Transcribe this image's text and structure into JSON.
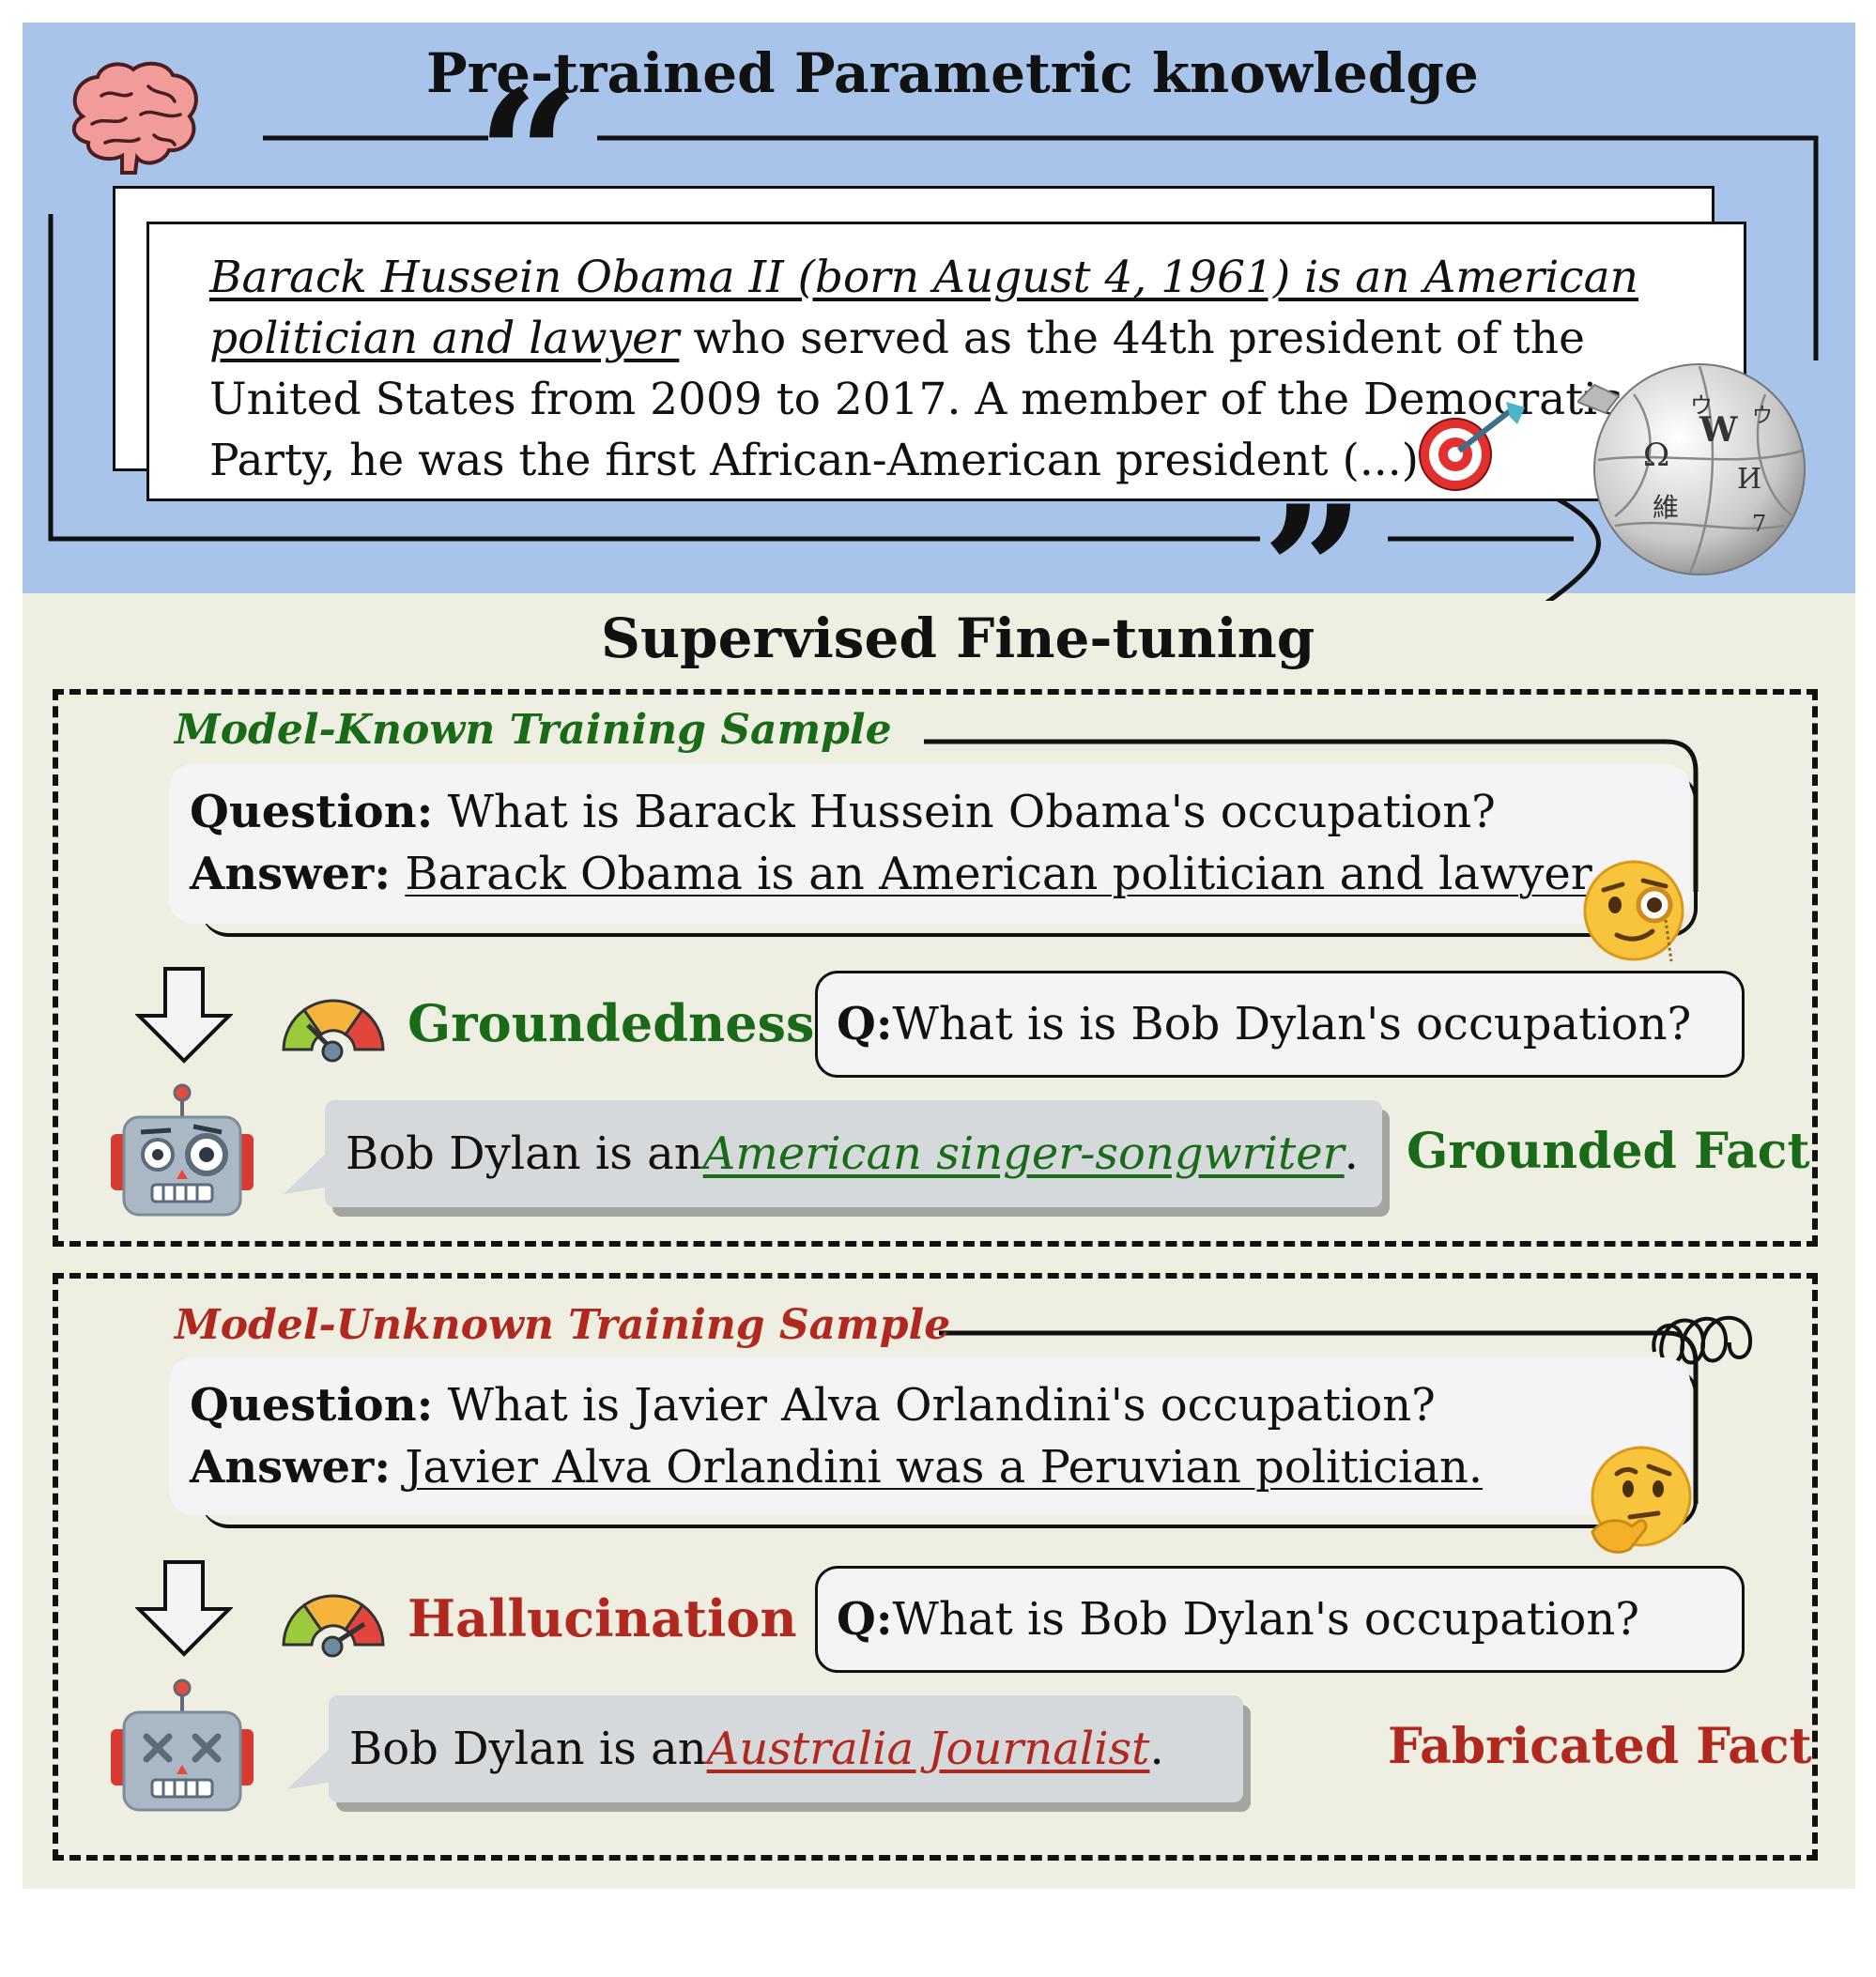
{
  "colors": {
    "top_panel": "#a9c4ea",
    "bottom_panel": "#efeee2",
    "known": "#1a6b17",
    "unknown": "#b0281e"
  },
  "pretrain": {
    "title": "Pre-trained Parametric knowledge",
    "passage_emphasis": "Barack Hussein Obama II (born August 4, 1961) is an American politician and lawyer",
    "passage_rest": " who served as the 44th president of the United States from 2009 to 2017. A member of the Democratic Party, he was the first African-American president (...)",
    "icons": [
      "brain-icon",
      "open-quote-icon",
      "close-quote-icon",
      "target-dart-icon",
      "wikipedia-globe-icon"
    ]
  },
  "sft": {
    "title": "Supervised Fine-tuning",
    "known": {
      "sample_title": "Model-Known Training Sample",
      "question_label": "Question:",
      "question": " What is Barack Hussein Obama's occupation?",
      "answer_label": "Answer:",
      "answer": "Barack Obama is an American politician and lawyer.",
      "metric": "Groundedness",
      "test_q_label": "Q:",
      "test_q": " What is  is Bob Dylan's occupation?",
      "response_prefix": "Bob Dylan is an ",
      "response_fact": "American singer-songwriter",
      "response_suffix": ".",
      "verdict": "Grounded Fact"
    },
    "unknown": {
      "sample_title": "Model-Unknown Training Sample",
      "question_label": "Question:",
      "question": " What is Javier Alva Orlandini's occupation?",
      "answer_label": "Answer:",
      "answer": "Javier Alva Orlandini was a Peruvian politician.",
      "metric": "Hallucination",
      "test_q_label": "Q:",
      "test_q": " What is Bob Dylan's occupation?",
      "response_prefix": "Bob Dylan is an ",
      "response_fact": "Australia Journalist",
      "response_suffix": ".",
      "verdict": "Fabricated Fact"
    }
  }
}
